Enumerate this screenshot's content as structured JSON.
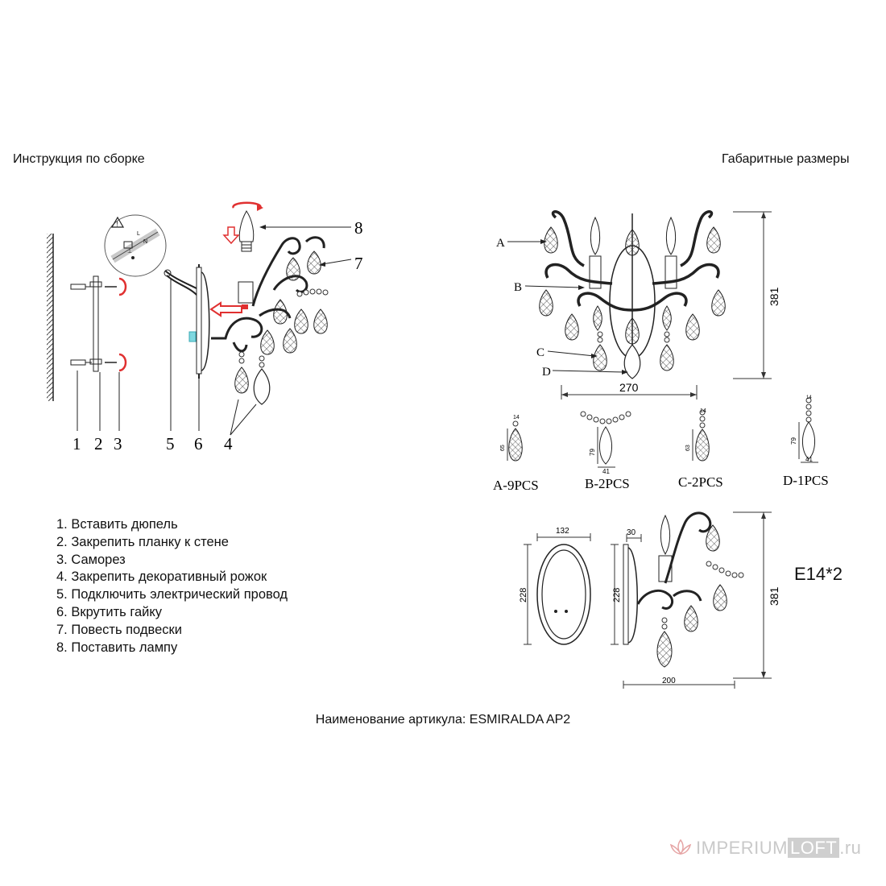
{
  "headers": {
    "left": "Инструкция по сборке",
    "right": "Габаритные размеры"
  },
  "assembly_callouts": [
    "1",
    "2",
    "3",
    "5",
    "6",
    "4",
    "8",
    "7"
  ],
  "steps": [
    "1. Вставить дюпель",
    "2. Закрепить планку к стене",
    "3. Саморез",
    "4. Закрепить декоративный рожок",
    "5. Подключить электрический провод",
    "6. Вкрутить гайку",
    "7. Повесть подвески",
    "8. Поставить лампу"
  ],
  "wiring_labels": [
    "L",
    "N",
    "⊥"
  ],
  "front_view": {
    "labels": [
      "A",
      "B",
      "C",
      "D"
    ],
    "width_dim": "270",
    "height_dim": "381"
  },
  "pendants": [
    {
      "code": "A-9PCS",
      "dims": [
        "14",
        "65"
      ]
    },
    {
      "code": "B-2PCS",
      "dims": [
        "79",
        "41"
      ]
    },
    {
      "code": "C-2PCS",
      "dims": [
        "14",
        "63"
      ]
    },
    {
      "code": "D-1PCS",
      "dims": [
        "14",
        "79",
        "41"
      ]
    }
  ],
  "side_view": {
    "plate_width": "132",
    "plate_height": "228",
    "back_depth": "30",
    "back_height": "228",
    "total_height": "381",
    "total_depth": "200"
  },
  "lamp_spec": "E14*2",
  "article": "Наименование артикула: ESMIRALDA AP2",
  "watermark": {
    "part1": "IMPERIUM",
    "part2": "LOFT",
    "part3": ".ru"
  }
}
